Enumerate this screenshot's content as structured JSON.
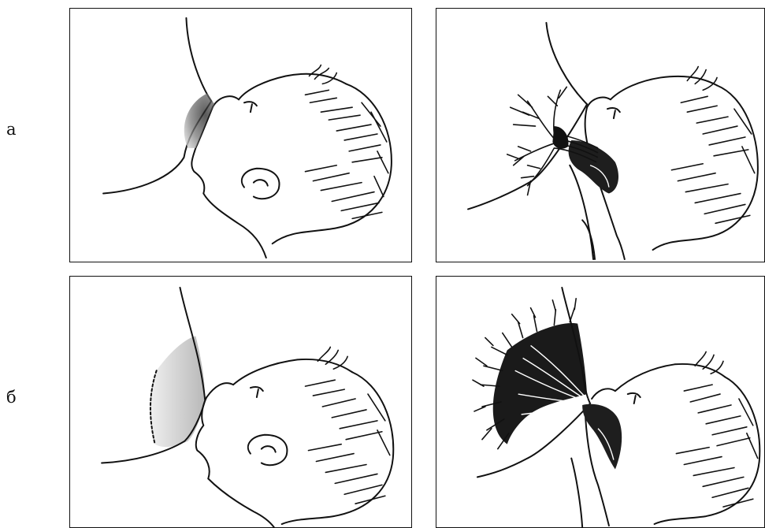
{
  "labels": {
    "row_a": "а",
    "row_b": "б"
  },
  "panels": [
    {
      "row": "а",
      "view": "external",
      "latch": "shallow"
    },
    {
      "row": "а",
      "view": "internal",
      "latch": "shallow"
    },
    {
      "row": "б",
      "view": "external",
      "latch": "deep"
    },
    {
      "row": "б",
      "view": "internal",
      "latch": "deep"
    }
  ],
  "colors": {
    "line": "#111111",
    "areola_shade": "#9a9a9a",
    "gland_fill": "#1a1a1a",
    "background": "#ffffff"
  }
}
